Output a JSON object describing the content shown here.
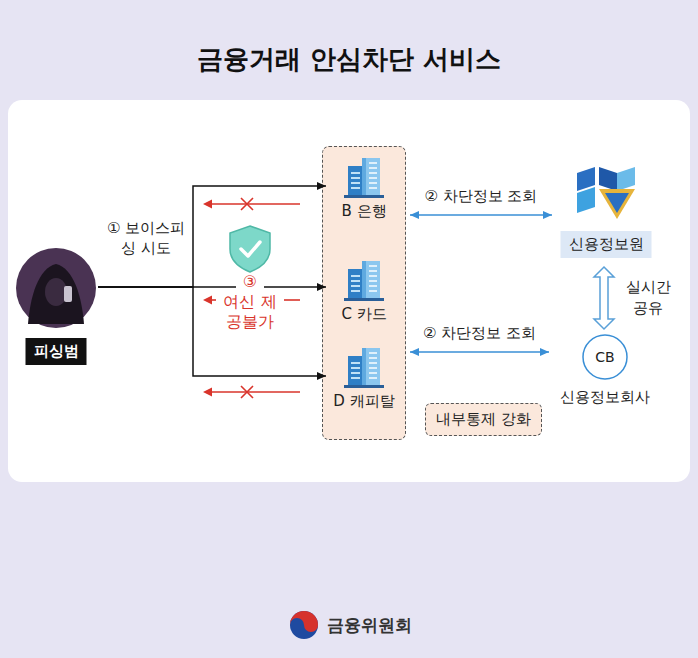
{
  "diagram": {
    "title": "금융거래 안심차단 서비스",
    "nodes": [
      {
        "text": [
          "피싱범"
        ]
      },
      {
        "text": [
          "B 은행"
        ]
      },
      {
        "text": [
          "C 카드"
        ]
      },
      {
        "text": [
          "D 캐피탈"
        ]
      },
      {
        "text": [
          "신용정보원"
        ]
      },
      {
        "text": [
          "CB",
          "신용정보회사"
        ]
      },
      {
        "text": [
          "내부통제 강화"
        ]
      }
    ],
    "edges": [
      {
        "from": 0,
        "to": 1,
        "arrow": "to"
      },
      {
        "from": 0,
        "to": 2,
        "arrow": "to",
        "label": "① 보이스피싱 시도"
      },
      {
        "from": 0,
        "to": 3,
        "arrow": "to"
      },
      {
        "from": 1,
        "to": 4,
        "arrow": "both",
        "label": "② 차단정보 조회"
      },
      {
        "from": 3,
        "to": 5,
        "arrow": "both",
        "label": "② 차단정보 조회"
      },
      {
        "from": 4,
        "to": 5,
        "arrow": "both",
        "label": "실시간 공유"
      }
    ],
    "labels": [
      "③",
      "여신 제공불가",
      "금융위원회"
    ]
  }
}
